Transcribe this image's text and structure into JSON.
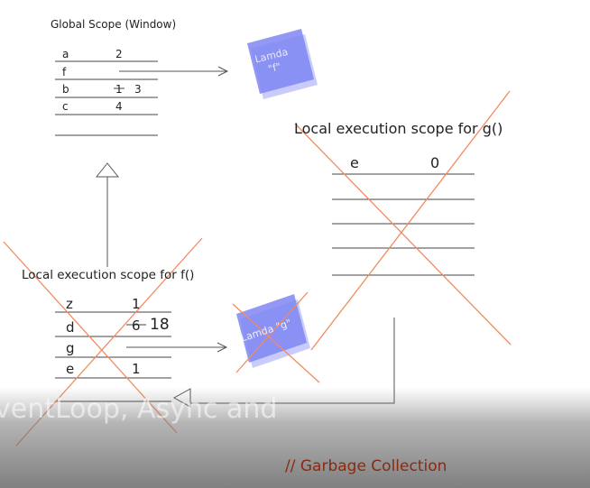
{
  "global_scope": {
    "title": "Global Scope (Window)",
    "rows": [
      {
        "name": "a",
        "value": "2",
        "old_value": ""
      },
      {
        "name": "f",
        "value": "",
        "old_value": ""
      },
      {
        "name": "b",
        "value": "3",
        "old_value": "1"
      },
      {
        "name": "c",
        "value": "4",
        "old_value": ""
      }
    ]
  },
  "lambda_f": {
    "line1": "Lamda",
    "line2": "\"f\""
  },
  "scope_g": {
    "title": "Local execution scope for g()",
    "rows": [
      {
        "name": "e",
        "value": "0"
      }
    ]
  },
  "scope_f": {
    "title": "Local execution scope for f()",
    "rows": [
      {
        "name": "z",
        "value": "1",
        "old_value": ""
      },
      {
        "name": "d",
        "value": "18",
        "old_value": "6"
      },
      {
        "name": "g",
        "value": "",
        "old_value": ""
      },
      {
        "name": "e",
        "value": "1",
        "old_value": ""
      }
    ]
  },
  "lambda_g": {
    "text": "Lamda \"g\""
  },
  "faded_title": "ventLoop, Async and",
  "caption": "// Garbage Collection",
  "colors": {
    "cross": "#f28a5f",
    "lambda_face": "#7f86f2",
    "lambda_side": "#c9ccfa",
    "line": "#444444"
  }
}
